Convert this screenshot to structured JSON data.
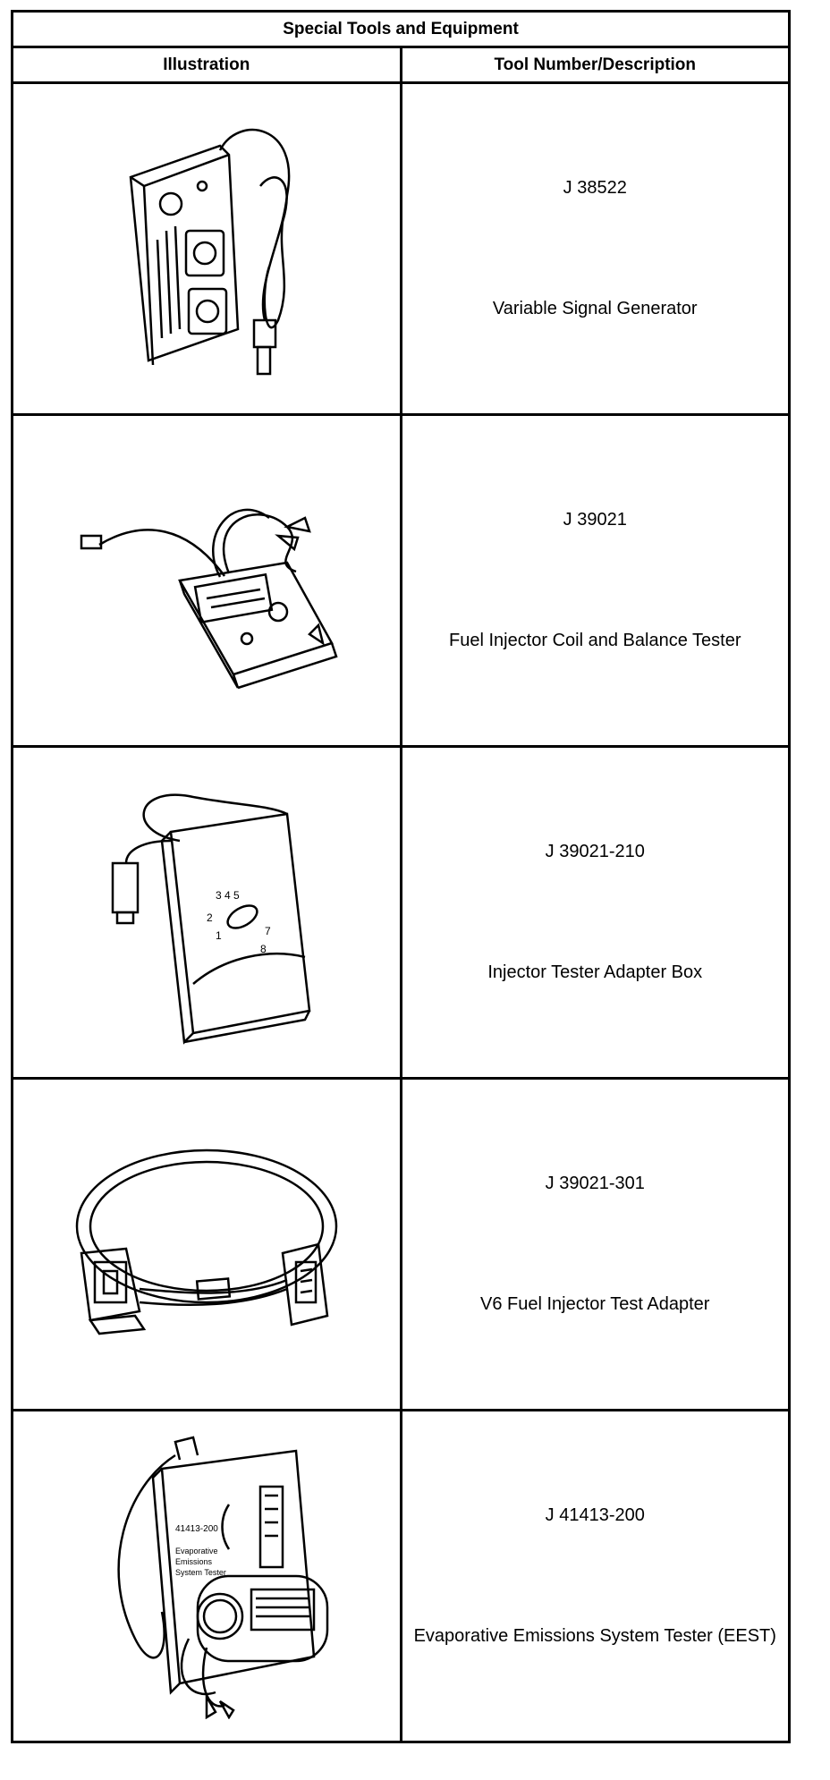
{
  "table": {
    "title": "Special Tools and Equipment",
    "headers": {
      "illustration": "Illustration",
      "description": "Tool Number/Description"
    },
    "rows": [
      {
        "number": "J 38522",
        "description": "Variable Signal Generator",
        "icon": "signal-generator-illustration"
      },
      {
        "number": "J 39021",
        "description": "Fuel Injector Coil and Balance Tester",
        "icon": "injector-tester-illustration"
      },
      {
        "number": "J 39021-210",
        "description": "Injector Tester Adapter Box",
        "icon": "adapter-box-illustration"
      },
      {
        "number": "J 39021-301",
        "description": "V6 Fuel Injector Test Adapter",
        "icon": "test-adapter-cable-illustration"
      },
      {
        "number": "J 41413-200",
        "description": "Evaporative Emissions System Tester (EEST)",
        "icon": "emissions-tester-illustration"
      }
    ]
  }
}
